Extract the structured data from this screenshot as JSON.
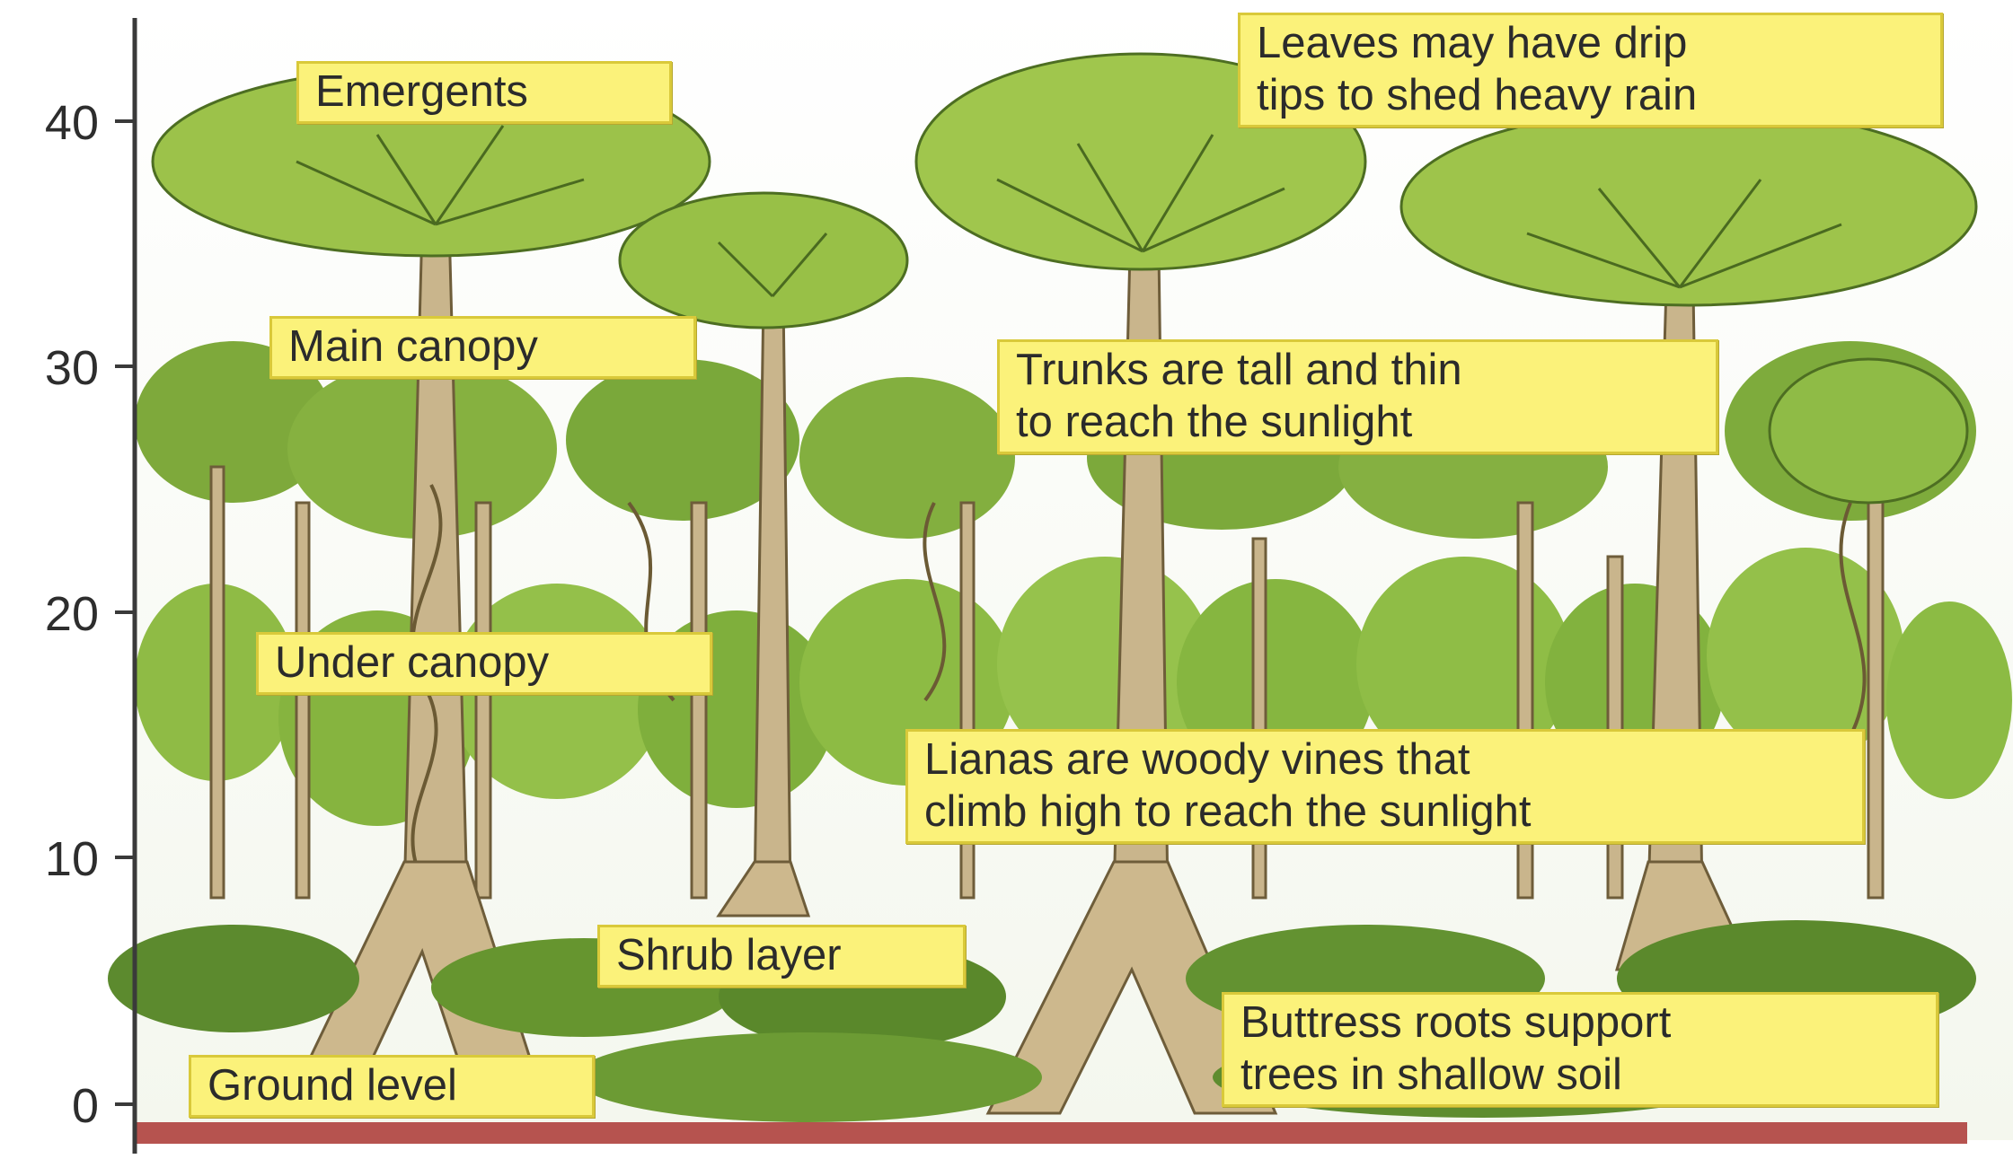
{
  "axis": {
    "ticks": [
      "0",
      "10",
      "20",
      "30",
      "40"
    ]
  },
  "labels": {
    "emergents": "Emergents",
    "main_canopy": "Main canopy",
    "under_canopy": "Under canopy",
    "shrub_layer": "Shrub layer",
    "ground_level": "Ground level",
    "drip_tips": [
      "Leaves may have drip",
      "tips to shed heavy rain"
    ],
    "trunks": [
      "Trunks are tall and thin",
      "to reach the sunlight"
    ],
    "lianas": [
      "Lianas are woody vines that",
      "climb high to reach the sunlight"
    ],
    "buttress": [
      "Buttress roots support",
      "trees in shallow soil"
    ]
  },
  "colors": {
    "label_fill": "#fbf27a",
    "canopy_light": "#9cc24a",
    "canopy_dark": "#6f9a35",
    "trunk": "#c8b489",
    "ground": "#b6534f"
  }
}
